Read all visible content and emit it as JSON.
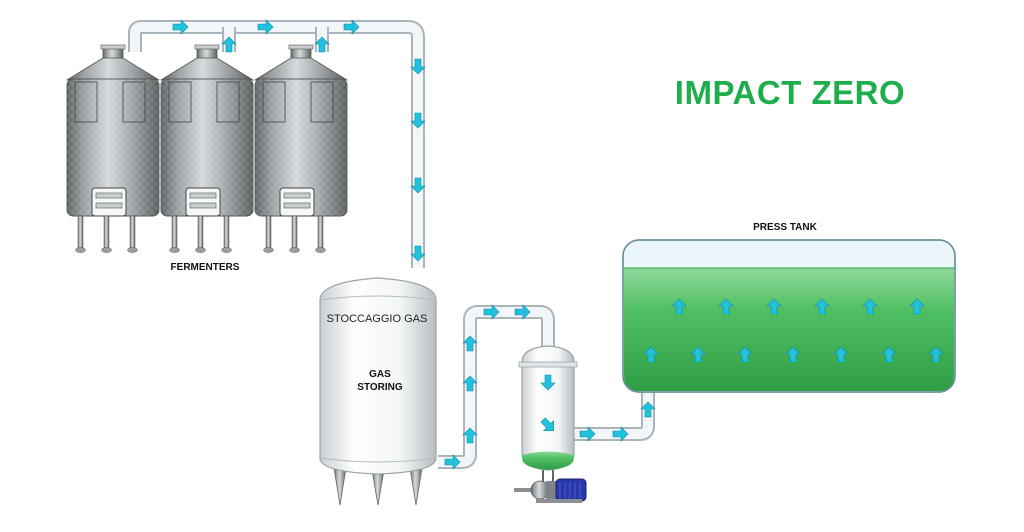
{
  "title": "IMPACT ZERO",
  "labels": {
    "fermenters": "FERMENTERS",
    "press_tank": "PRESS TANK",
    "storage_tank_sign": "STOCCAGGIO GAS",
    "gas_storing_line1": "GAS",
    "gas_storing_line2": "STORING"
  },
  "colors": {
    "title": "#1fae4b",
    "liquid": "#49b85f",
    "pipe": "#eef3f6",
    "flow_arrow": "#22c1dd",
    "pump_motor": "#2838a8",
    "steel": "#8e9396"
  }
}
